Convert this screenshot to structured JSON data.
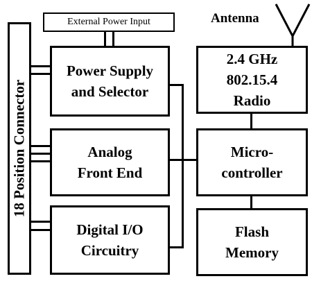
{
  "connector": {
    "label": "18 Position Connector"
  },
  "external_power": {
    "label": "External Power Input"
  },
  "antenna": {
    "label": "Antenna"
  },
  "blocks": {
    "power_supply": "Power Supply\nand Selector",
    "analog_front_end": "Analog\nFront End",
    "digital_io": "Digital I/O\nCircuitry",
    "radio": "2.4 GHz\n802.15.4\nRadio",
    "microcontroller": "Micro-\ncontroller",
    "flash_memory": "Flash\nMemory"
  }
}
